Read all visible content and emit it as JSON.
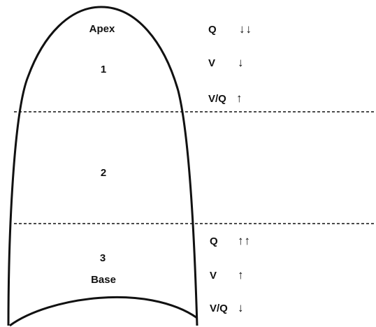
{
  "zones": {
    "apex_label": "Apex",
    "base_label": "Base",
    "zone1": "1",
    "zone2": "2",
    "zone3": "3"
  },
  "apex_side": {
    "q": {
      "label": "Q",
      "arrows": "↓↓"
    },
    "v": {
      "label": "V",
      "arrows": "↓"
    },
    "vq": {
      "label": "V/Q",
      "arrows": "↑"
    }
  },
  "base_side": {
    "q": {
      "label": "Q",
      "arrows": "↑↑"
    },
    "v": {
      "label": "V",
      "arrows": "↑"
    },
    "vq": {
      "label": "V/Q",
      "arrows": "↓"
    }
  },
  "colors": {
    "ink": "#111111",
    "background": "#ffffff"
  }
}
